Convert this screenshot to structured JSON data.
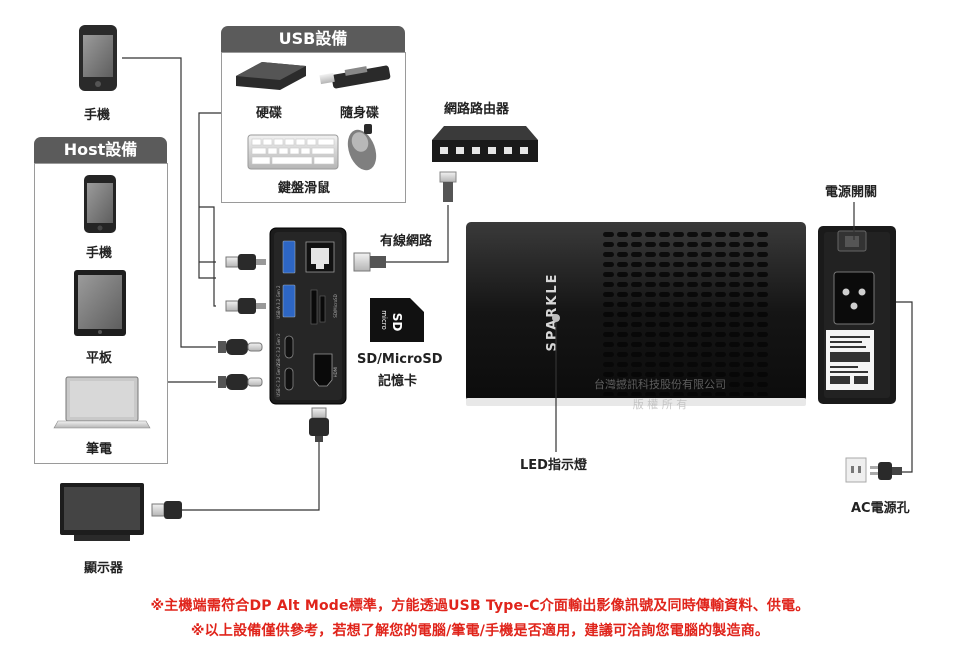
{
  "groups": {
    "usb_title": "USB設備",
    "host_title": "Host設備"
  },
  "labels": {
    "phone_top": "手機",
    "hdd": "硬碟",
    "flash_drive": "隨身碟",
    "keyboard_mouse": "鍵盤滑鼠",
    "router": "網路路由器",
    "host_phone": "手機",
    "tablet": "平板",
    "laptop": "筆電",
    "wired_network": "有線網路",
    "sd_card": "SD/MicroSD",
    "sd_card_2": "記憶卡",
    "led": "LED指示燈",
    "power_switch": "電源開關",
    "ac_socket": "AC電源孔",
    "monitor": "顯示器"
  },
  "device": {
    "brand": "SPARKLE",
    "watermark_line1": "台灣撼訊科技股份有限公司",
    "watermark_line2": "版  權  所  有",
    "sd_logo": "SD",
    "micro_logo": "micro",
    "port_labels": [
      "USB-C 3.2 Gen 2",
      "USB-A 3.2 Gen 2",
      "USB-C 3.2 Gen 2",
      "SD/MicroSD",
      "HDMI"
    ]
  },
  "colors": {
    "header": "#5b5b5b",
    "note": "#e0241b",
    "device_body": "#1c1c1c",
    "line": "#333333"
  },
  "notes": [
    "※主機端需符合DP Alt Mode標準，方能透過USB Type-C介面輸出影像訊號及同時傳輸資料、供電。",
    "※以上設備僅供參考，若想了解您的電腦/筆電/手機是否適用，建議可洽詢您電腦的製造商。"
  ]
}
